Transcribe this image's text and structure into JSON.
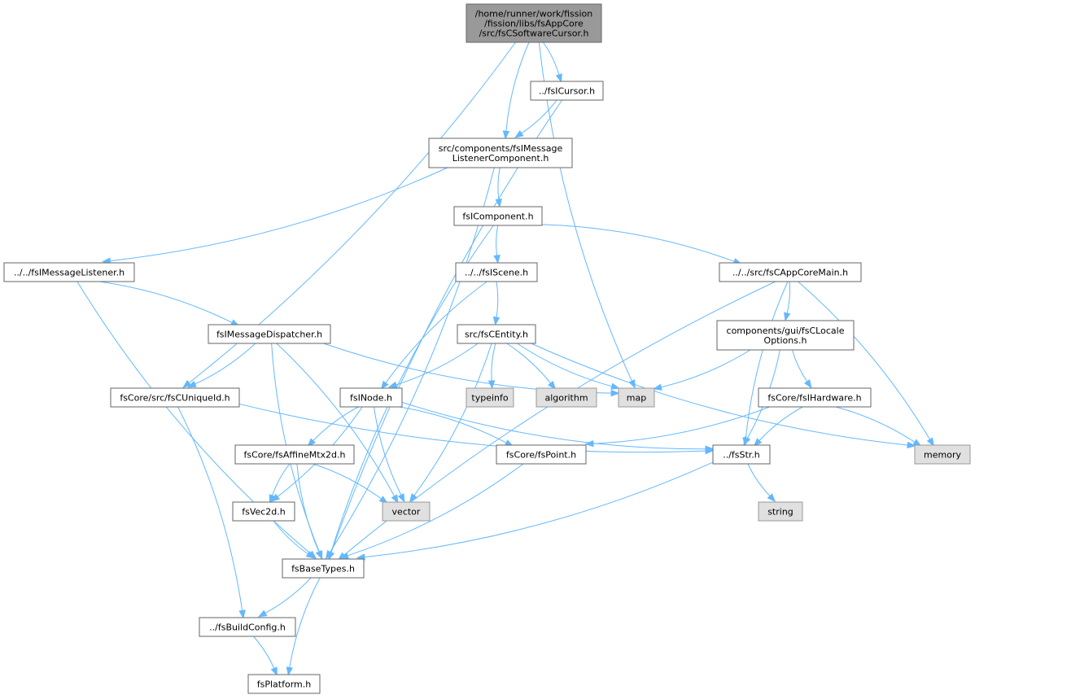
{
  "colors": {
    "edge": "#63b8ff",
    "root_fill": "#999999",
    "system_fill": "#e0e0e0",
    "file_fill": "#ffffff",
    "border": "#666666"
  },
  "nodes": {
    "root": {
      "lines": [
        "/home/runner/work/fission",
        "/fission/libs/fsAppCore",
        "/src/fsCSoftwareCursor.h"
      ],
      "kind": "root"
    },
    "cursor": {
      "lines": [
        "../fsICursor.h"
      ],
      "kind": "file"
    },
    "mlc": {
      "lines": [
        "src/components/fsIMessage",
        "ListenerComponent.h"
      ],
      "kind": "file"
    },
    "component": {
      "lines": [
        "fsIComponent.h"
      ],
      "kind": "file"
    },
    "msglistener": {
      "lines": [
        "../../fsIMessageListener.h"
      ],
      "kind": "file"
    },
    "scene": {
      "lines": [
        "../../fsIScene.h"
      ],
      "kind": "file"
    },
    "appcoremain": {
      "lines": [
        "../../src/fsCAppCoreMain.h"
      ],
      "kind": "file"
    },
    "dispatcher": {
      "lines": [
        "fsIMessageDispatcher.h"
      ],
      "kind": "file"
    },
    "entity": {
      "lines": [
        "src/fsCEntity.h"
      ],
      "kind": "file"
    },
    "locale": {
      "lines": [
        "components/gui/fsCLocale",
        "Options.h"
      ],
      "kind": "file"
    },
    "uniqueid": {
      "lines": [
        "fsCore/src/fsCUniqueId.h"
      ],
      "kind": "file"
    },
    "inode": {
      "lines": [
        "fsINode.h"
      ],
      "kind": "file"
    },
    "typeinfo": {
      "lines": [
        "typeinfo"
      ],
      "kind": "sys"
    },
    "algorithm": {
      "lines": [
        "algorithm"
      ],
      "kind": "sys"
    },
    "map": {
      "lines": [
        "map"
      ],
      "kind": "sys"
    },
    "hardware": {
      "lines": [
        "fsCore/fsIHardware.h"
      ],
      "kind": "file"
    },
    "affine": {
      "lines": [
        "fsCore/fsAffineMtx2d.h"
      ],
      "kind": "file"
    },
    "point": {
      "lines": [
        "fsCore/fsPoint.h"
      ],
      "kind": "file"
    },
    "str": {
      "lines": [
        "../fsStr.h"
      ],
      "kind": "file"
    },
    "memory": {
      "lines": [
        "memory"
      ],
      "kind": "sys"
    },
    "vec2d": {
      "lines": [
        "fsVec2d.h"
      ],
      "kind": "file"
    },
    "vector": {
      "lines": [
        "vector"
      ],
      "kind": "sys"
    },
    "string": {
      "lines": [
        "string"
      ],
      "kind": "sys"
    },
    "basetypes": {
      "lines": [
        "fsBaseTypes.h"
      ],
      "kind": "file"
    },
    "buildconfig": {
      "lines": [
        "../fsBuildConfig.h"
      ],
      "kind": "file"
    },
    "platform": {
      "lines": [
        "fsPlatform.h"
      ],
      "kind": "file"
    }
  },
  "edges": [
    [
      "root",
      "cursor"
    ],
    [
      "root",
      "mlc"
    ],
    [
      "root",
      "uniqueid"
    ],
    [
      "root",
      "map"
    ],
    [
      "cursor",
      "mlc"
    ],
    [
      "cursor",
      "basetypes"
    ],
    [
      "mlc",
      "msglistener"
    ],
    [
      "mlc",
      "component"
    ],
    [
      "mlc",
      "basetypes"
    ],
    [
      "component",
      "scene"
    ],
    [
      "component",
      "appcoremain"
    ],
    [
      "component",
      "basetypes"
    ],
    [
      "msglistener",
      "dispatcher"
    ],
    [
      "msglistener",
      "basetypes"
    ],
    [
      "scene",
      "entity"
    ],
    [
      "scene",
      "inode"
    ],
    [
      "appcoremain",
      "locale"
    ],
    [
      "appcoremain",
      "str"
    ],
    [
      "appcoremain",
      "memory"
    ],
    [
      "appcoremain",
      "basetypes"
    ],
    [
      "dispatcher",
      "uniqueid"
    ],
    [
      "dispatcher",
      "map"
    ],
    [
      "dispatcher",
      "vector"
    ],
    [
      "dispatcher",
      "basetypes"
    ],
    [
      "entity",
      "inode"
    ],
    [
      "entity",
      "typeinfo"
    ],
    [
      "entity",
      "algorithm"
    ],
    [
      "entity",
      "map"
    ],
    [
      "entity",
      "vector"
    ],
    [
      "entity",
      "memory"
    ],
    [
      "locale",
      "map"
    ],
    [
      "locale",
      "hardware"
    ],
    [
      "locale",
      "str"
    ],
    [
      "uniqueid",
      "str"
    ],
    [
      "uniqueid",
      "buildconfig"
    ],
    [
      "inode",
      "affine"
    ],
    [
      "inode",
      "point"
    ],
    [
      "inode",
      "str"
    ],
    [
      "inode",
      "vec2d"
    ],
    [
      "inode",
      "vector"
    ],
    [
      "hardware",
      "point"
    ],
    [
      "hardware",
      "str"
    ],
    [
      "hardware",
      "memory"
    ],
    [
      "affine",
      "vec2d"
    ],
    [
      "affine",
      "vector"
    ],
    [
      "affine",
      "basetypes"
    ],
    [
      "point",
      "basetypes"
    ],
    [
      "str",
      "string"
    ],
    [
      "str",
      "basetypes"
    ],
    [
      "vec2d",
      "basetypes"
    ],
    [
      "basetypes",
      "buildconfig"
    ],
    [
      "basetypes",
      "platform"
    ],
    [
      "buildconfig",
      "platform"
    ]
  ]
}
